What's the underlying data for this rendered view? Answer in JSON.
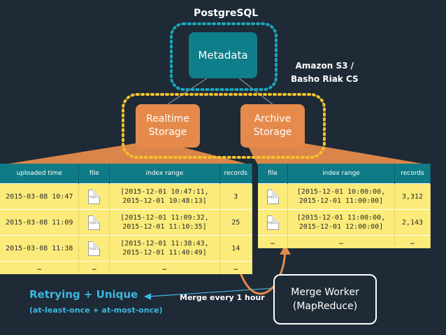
{
  "labels": {
    "postgresql": "PostgreSQL",
    "metadata": "Metadata",
    "amazon_s3_line1": "Amazon S3 /",
    "amazon_s3_line2": "Basho Riak CS",
    "realtime_line1": "Realtime",
    "realtime_line2": "Storage",
    "archive_line1": "Archive",
    "archive_line2": "Storage",
    "merge_worker_line1": "Merge Worker",
    "merge_worker_line2": "(MapReduce)",
    "merge_every": "Merge every 1 hour",
    "retry_title": "Retrying + Unique",
    "retry_sub": "(at-least-once + at-most-once)"
  },
  "file_icon_text": "mpc1",
  "realtime_table": {
    "headers": [
      "uploaded time",
      "file",
      "index range",
      "records"
    ],
    "rows": [
      {
        "uploaded": "2015-03-08 10:47",
        "range1": "[2015-12-01 10:47:11,",
        "range2": "2015-12-01 10:48:13]",
        "records": "3"
      },
      {
        "uploaded": "2015-03-08 11:09",
        "range1": "[2015-12-01 11:09:32,",
        "range2": "2015-12-01 11:10:35]",
        "records": "25"
      },
      {
        "uploaded": "2015-03-08 11:38",
        "range1": "[2015-12-01 11:38:43,",
        "range2": "2015-12-01 11:40:49]",
        "records": "14"
      }
    ],
    "ellipsis": [
      "…",
      "…",
      "…",
      "…"
    ]
  },
  "archive_table": {
    "headers": [
      "file",
      "index range",
      "records"
    ],
    "rows": [
      {
        "range1": "[2015-12-01 10:00:00,",
        "range2": "2015-12-01 11:00:00]",
        "records": "3,312"
      },
      {
        "range1": "[2015-12-01 11:00:00,",
        "range2": "2015-12-01 12:00:00]",
        "records": "2,143"
      }
    ],
    "ellipsis": [
      "…",
      "…",
      "…"
    ]
  },
  "colors": {
    "background": "#1e2a36",
    "metadata": "#0e7e8a",
    "storage": "#e58a4b",
    "table_body": "#fbeb7a",
    "table_header": "#0f7b86",
    "dotted_teal": "#1aa6b7",
    "dotted_yellow": "#f2c12e",
    "accent_blue": "#3cb8e0"
  }
}
